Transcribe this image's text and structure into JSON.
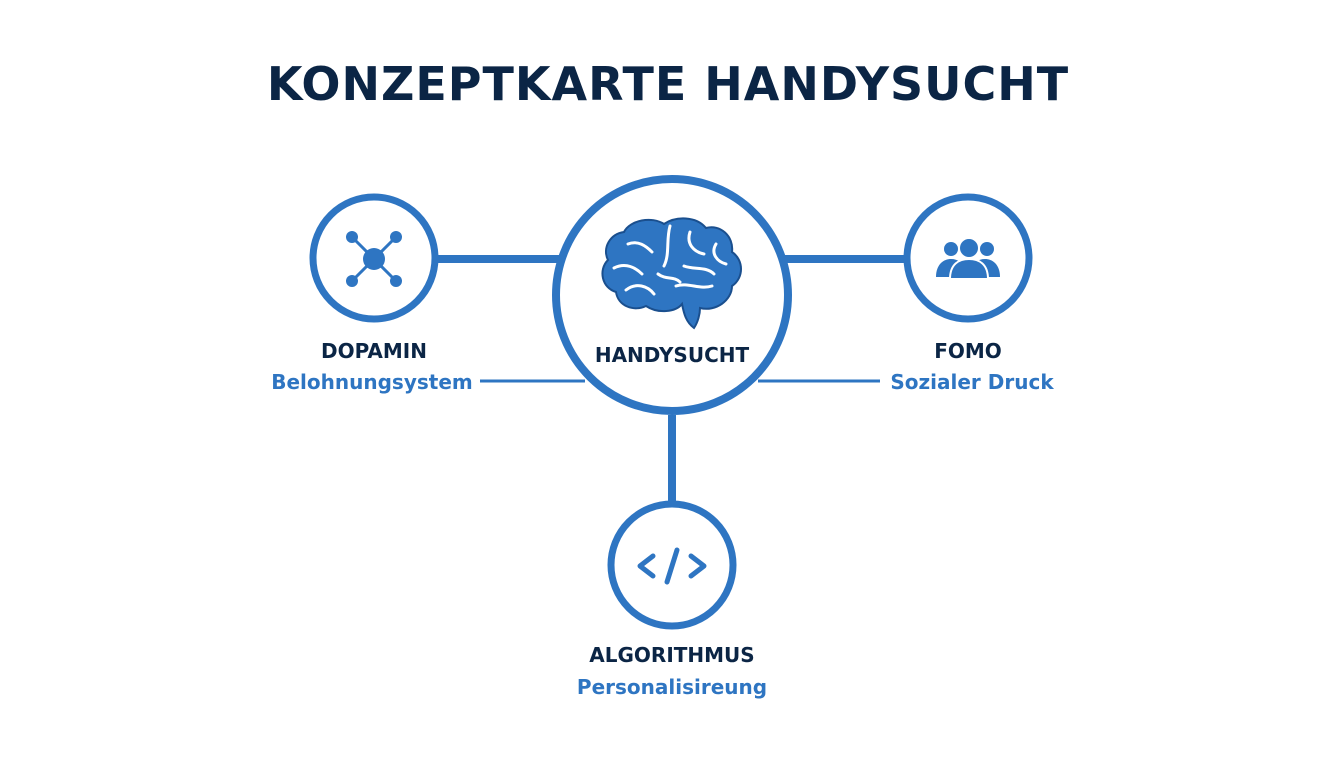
{
  "title": "KONZEPTKARTE HANDYSUCHT",
  "colors": {
    "accent": "#2e75c2",
    "title": "#0b2545",
    "background": "#ffffff"
  },
  "nodes": {
    "center": {
      "label": "HANDYSUCHT",
      "icon": "brain-icon"
    },
    "dopamin": {
      "label": "DOPAMIN",
      "sublabel": "Belohnungsystem",
      "icon": "network-icon"
    },
    "fomo": {
      "label": "FOMO",
      "sublabel": "Sozialer Druck",
      "icon": "people-icon"
    },
    "algorithmus": {
      "label": "ALGORITHMUS",
      "sublabel": "Personalisireung",
      "icon": "code-icon"
    }
  }
}
